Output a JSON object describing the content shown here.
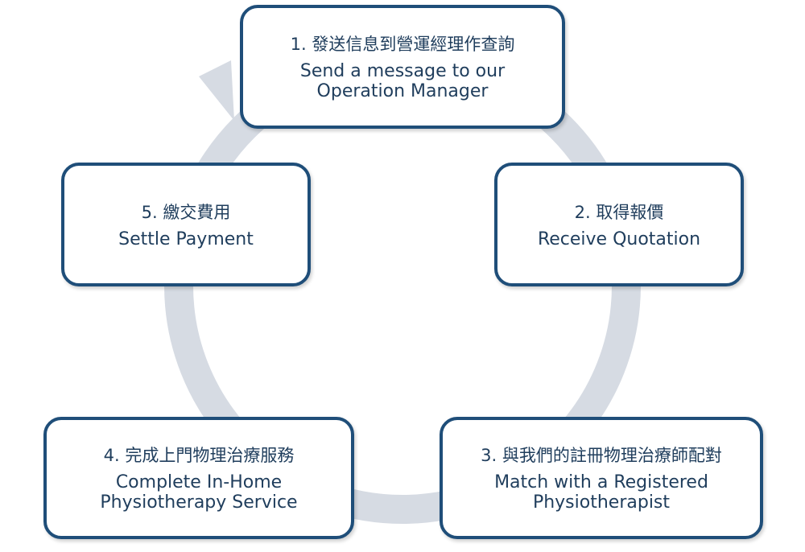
{
  "diagram": {
    "accent_color": "#1f4e79",
    "arrow_color": "#d6dbe3",
    "steps": [
      {
        "zh": "1. 發送信息到營運經理作查詢",
        "en": "Send a message to our\nOperation Manager"
      },
      {
        "zh": "2.  取得報價",
        "en": "Receive Quotation"
      },
      {
        "zh": "3. 與我們的註冊物理治療師配對",
        "en": "Match with a Registered\nPhysiotherapist"
      },
      {
        "zh": "4. 完成上門物理治療服務",
        "en": "Complete In-Home\nPhysiotherapy Service"
      },
      {
        "zh": "5. 繳交費用",
        "en": "Settle Payment"
      }
    ]
  }
}
